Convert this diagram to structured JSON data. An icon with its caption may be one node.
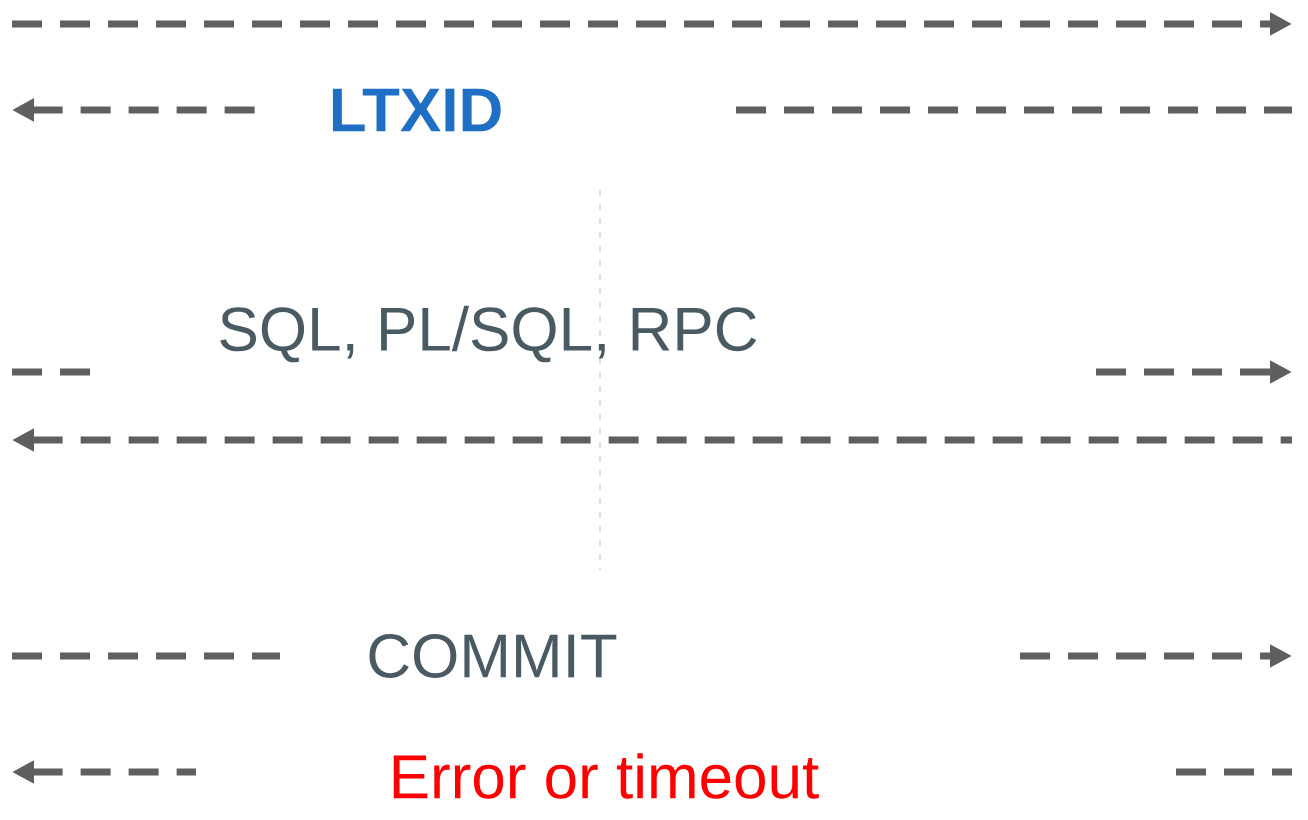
{
  "diagram": {
    "labels": [
      "LTXID",
      "SQL, PL/SQL, RPC",
      "COMMIT",
      "Error or timeout"
    ]
  }
}
